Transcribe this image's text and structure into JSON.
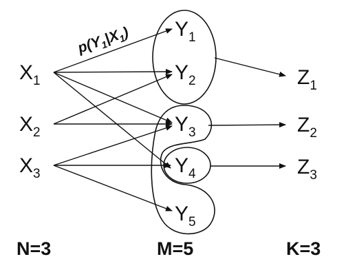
{
  "nodes": {
    "x": [
      {
        "base": "X",
        "sub": "1"
      },
      {
        "base": "X",
        "sub": "2"
      },
      {
        "base": "X",
        "sub": "3"
      }
    ],
    "y": [
      {
        "base": "Y",
        "sub": "1"
      },
      {
        "base": "Y",
        "sub": "2"
      },
      {
        "base": "Y",
        "sub": "3"
      },
      {
        "base": "Y",
        "sub": "4"
      },
      {
        "base": "Y",
        "sub": "5"
      }
    ],
    "z": [
      {
        "base": "Z",
        "sub": "1"
      },
      {
        "base": "Z",
        "sub": "2"
      },
      {
        "base": "Z",
        "sub": "3"
      }
    ]
  },
  "edge_label": {
    "prefix": "p(Y",
    "sub1": "1",
    "mid": "|X",
    "sub2": "1",
    "suffix": ")"
  },
  "counts": {
    "n": "N=3",
    "m": "M=5",
    "k": "K=3"
  },
  "edges_xy": [
    [
      "X1",
      "Y1"
    ],
    [
      "X1",
      "Y2"
    ],
    [
      "X1",
      "Y3"
    ],
    [
      "X1",
      "Y4"
    ],
    [
      "X2",
      "Y2"
    ],
    [
      "X2",
      "Y3"
    ],
    [
      "X3",
      "Y3"
    ],
    [
      "X3",
      "Y4"
    ],
    [
      "X3",
      "Y5"
    ]
  ],
  "groups": [
    {
      "members": [
        "Y1",
        "Y2"
      ],
      "output": "Z1"
    },
    {
      "members": [
        "Y3",
        "Y5"
      ],
      "output": "Z2"
    },
    {
      "members": [
        "Y4"
      ],
      "output": "Z3"
    }
  ]
}
